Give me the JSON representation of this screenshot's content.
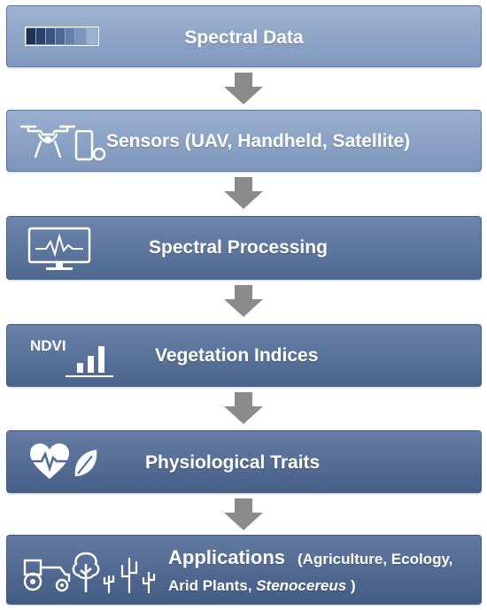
{
  "steps": [
    {
      "label": "Spectral Data",
      "icon": "spectral-bands-icon"
    },
    {
      "label": "Sensors (UAV, Handheld, Satellite)",
      "icons": [
        "drone-icon",
        "handheld-device-icon"
      ]
    },
    {
      "label": "Spectral Processing",
      "icon": "monitor-waveform-icon"
    },
    {
      "label": "Vegetation Indices",
      "icon_text": "NDVI",
      "icon": "bar-chart-icon"
    },
    {
      "label": "Physiological Traits",
      "icons": [
        "heart-pulse-icon",
        "leaf-icon"
      ]
    },
    {
      "label": "Applications",
      "sub1": "(Agriculture, Ecology,",
      "sub2_a": "Arid Plants, ",
      "sub2_b": "Stenocereus",
      "sub2_c": ")",
      "icons": [
        "tractor-icon",
        "tree-icon",
        "cactus-icon"
      ]
    }
  ],
  "colors": {
    "arrow": "#8a8a8a",
    "light_box": "#8fa6c8",
    "dark_box": "#526b92",
    "icon_stroke": "#ffffff"
  }
}
